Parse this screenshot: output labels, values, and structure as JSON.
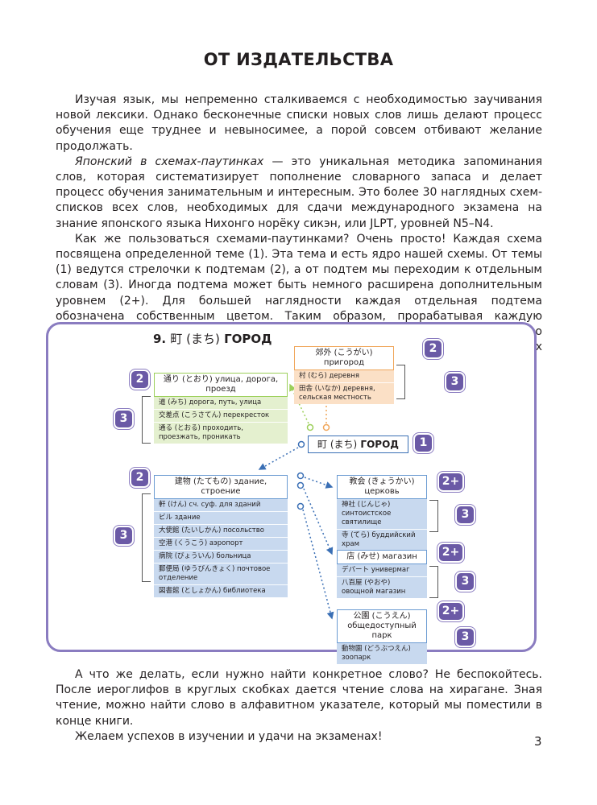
{
  "page": {
    "title": "ОТ ИЗДАТЕЛЬСТВА",
    "number": "3"
  },
  "intro": {
    "p1": "Изучая язык, мы непременно сталкиваемся с необходимостью заучивания новой лексики. Однако бесконечные списки новых слов лишь делают процесс обучения еще труднее и невыносимее, а порой совсем отбивают желание продолжать.",
    "p2_italic": "Японский в схемах-паутинках",
    "p2": " — это уникальная методика запоминания слов, которая систематизирует пополнение словарного запаса и делает процесс обучения занимательным и интересным. Это более 30 наглядных схем-списков всех слов, необходимых для сдачи международного экзамена на знание японского языка Нихонго норёку сикэн, или JLPT, уровней N5–N4.",
    "p3": "Как же пользоваться схемами-паутинками? Очень просто! Каждая схема посвящена определенной теме (1). Эта тема и есть ядро нашей схемы. От темы (1) ведутся стрелочки к подтемам (2), а от подтем мы переходим к отдельным словам (3). Иногда подтема может быть немного расширена дополнительным уровнем (2+). Для большей наглядности каждая отдельная подтема обозначена собственным цветом. Таким образом, прорабатывая каждую лексическую тему, вы строите в голове систему запоминания, которая быстро поможет вспомнить связанные с ситуацией слова. Больше никаких скучных списков!"
  },
  "diagram": {
    "title_num": "9.",
    "title_jp": "町 (まち)",
    "title_ru": "ГОРОД",
    "center": {
      "jp": "町 (まち)",
      "ru": "ГОРОД",
      "badge": "1"
    },
    "suburb": {
      "badge2": "2",
      "badge3": "3",
      "head": "郊外 (こうがい) пригород",
      "items": [
        "村 (むら) деревня",
        "田舎 (いなか) деревня, сельская местность"
      ]
    },
    "street": {
      "badge2": "2",
      "badge3": "3",
      "head": "通り (とおり) улица, дорога, проезд",
      "items": [
        "道 (みち) дорога, путь, улица",
        "交差点 (こうさてん) перекресток",
        "通る (とおる) проходить, проезжать, проникать"
      ]
    },
    "building": {
      "badge2": "2",
      "badge3": "3",
      "head": "建物 (たてもの) здание, строение",
      "items": [
        "軒 (けん) сч. суф. для зданий",
        "ビル здание",
        "大使館 (たいしかん) посольство",
        "空港 (くうこう) аэропорт",
        "病院 (びょういん) больница",
        "郵便局 (ゆうびんきょく) почтовое отделение",
        "図書館 (としょかん) библиотека"
      ]
    },
    "church": {
      "badge2": "2+",
      "badge3": "3",
      "head": "教会 (きょうかい) церковь",
      "items": [
        "神社 (じんじゃ) синтоистское святилище",
        "寺 (てら) буддийский храм"
      ]
    },
    "shop": {
      "badge2": "2+",
      "badge3": "3",
      "head": "店 (みせ) магазин",
      "items": [
        "デパート универмаг",
        "八百屋 (やおや) овощной магазин"
      ]
    },
    "park": {
      "badge2": "2+",
      "badge3": "3",
      "head": "公園 (こうえん) общедоступный парк",
      "items": [
        "動物園 (どうぶつえん) зоопарк"
      ]
    }
  },
  "outro": {
    "p1": "А что же делать, если нужно найти конкретное слово? Не беспокойтесь. После иероглифов в круглых скобках дается чтение слова на хирагане. Зная чтение, можно найти слово в алфавитном указателе, который мы поместили в конце книги.",
    "p2": "Желаем успехов в изучении и удачи на экзаменах!"
  },
  "colors": {
    "frame": "#8a7cc0",
    "badge": "#6b5aa6",
    "green": "#9ccf5a",
    "orange": "#f0a65a",
    "blue": "#3a6fb5"
  }
}
